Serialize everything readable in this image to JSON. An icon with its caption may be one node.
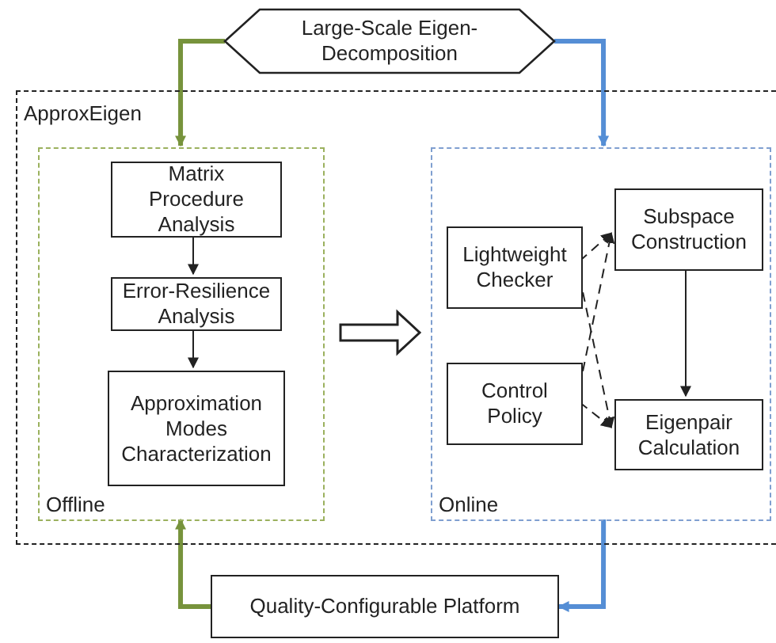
{
  "diagram": {
    "nodes": [
      {
        "text": [
          "Large-Scale Eigen-Decomposition"
        ]
      },
      {
        "text": [
          "ApproxEigen"
        ]
      },
      {
        "text": [
          "Offline"
        ],
        "in": 1
      },
      {
        "text": [
          "Matrix Procedure Analysis"
        ],
        "in": 2
      },
      {
        "text": [
          "Error-Resilience Analysis"
        ],
        "in": 2
      },
      {
        "text": [
          "Approximation Modes Characterization"
        ],
        "in": 2
      },
      {
        "text": [
          "Online"
        ],
        "in": 1
      },
      {
        "text": [
          "Lightweight Checker"
        ],
        "in": 6
      },
      {
        "text": [
          "Subspace Construction"
        ],
        "in": 6
      },
      {
        "text": [
          "Control Policy"
        ],
        "in": 6
      },
      {
        "text": [
          "Eigenpair Calculation"
        ],
        "in": 6
      },
      {
        "text": [
          "Quality-Configurable Platform"
        ]
      }
    ],
    "edges": [
      {
        "from": 0,
        "to": 2,
        "arrow": "to",
        "style": "thick",
        "color": "#77933c"
      },
      {
        "from": 0,
        "to": 6,
        "arrow": "to",
        "style": "thick",
        "color": "#558ed5"
      },
      {
        "from": 3,
        "to": 4,
        "arrow": "to"
      },
      {
        "from": 4,
        "to": 5,
        "arrow": "to"
      },
      {
        "from": 2,
        "to": 6,
        "arrow": "to",
        "style": "thick"
      },
      {
        "from": 7,
        "to": 8,
        "arrow": "to",
        "style": "dashed"
      },
      {
        "from": 7,
        "to": 10,
        "arrow": "to",
        "style": "dashed"
      },
      {
        "from": 9,
        "to": 8,
        "arrow": "to",
        "style": "dashed"
      },
      {
        "from": 9,
        "to": 10,
        "arrow": "to",
        "style": "dashed"
      },
      {
        "from": 8,
        "to": 10,
        "arrow": "to"
      },
      {
        "from": 6,
        "to": 11,
        "arrow": "to",
        "style": "thick",
        "color": "#558ed5"
      },
      {
        "from": 11,
        "to": 2,
        "arrow": "to",
        "style": "thick",
        "color": "#77933c"
      }
    ]
  }
}
